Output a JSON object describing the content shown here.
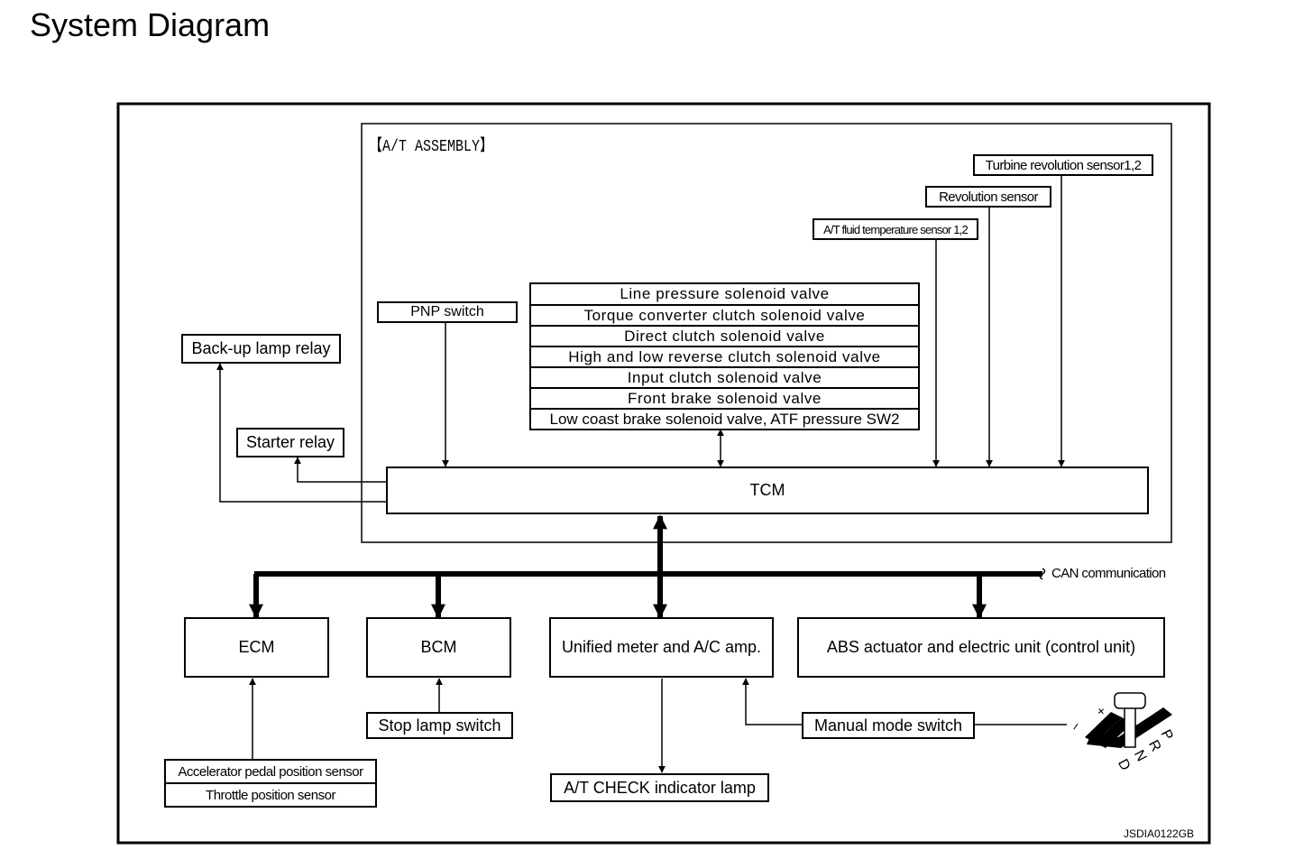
{
  "page_title": "System Diagram",
  "assembly_label": "【A/T ASSEMBLY】",
  "tcm": "TCM",
  "pnp_switch": "PNP switch",
  "backup_lamp_relay": "Back-up lamp relay",
  "starter_relay": "Starter relay",
  "solenoid_valves": [
    "Line pressure solenoid valve",
    "Torque converter clutch solenoid valve",
    "Direct clutch solenoid valve",
    "High and low reverse clutch solenoid valve",
    "Input clutch solenoid valve",
    "Front brake solenoid valve",
    "Low coast brake solenoid valve, ATF pressure SW2"
  ],
  "sensors": {
    "turbine": "Turbine revolution sensor1,2",
    "revolution": "Revolution sensor",
    "fluid_temp": "A/T fluid temperature sensor 1,2"
  },
  "can_label": "CAN communication",
  "units": {
    "ecm": "ECM",
    "bcm": "BCM",
    "meter": "Unified meter and A/C amp.",
    "abs": "ABS actuator and electric unit (control unit)"
  },
  "inputs": {
    "accel": "Accelerator pedal position sensor",
    "throttle": "Throttle position sensor",
    "stop_lamp": "Stop lamp switch",
    "manual_mode": "Manual mode switch"
  },
  "check_lamp": "A/T CHECK indicator lamp",
  "shifter": {
    "minus": "−",
    "plus": "+",
    "gears": [
      "P",
      "R",
      "N",
      "D"
    ]
  },
  "figure_id": "JSDIA0122GB",
  "colors": {
    "line": "#000000",
    "background": "#ffffff"
  }
}
